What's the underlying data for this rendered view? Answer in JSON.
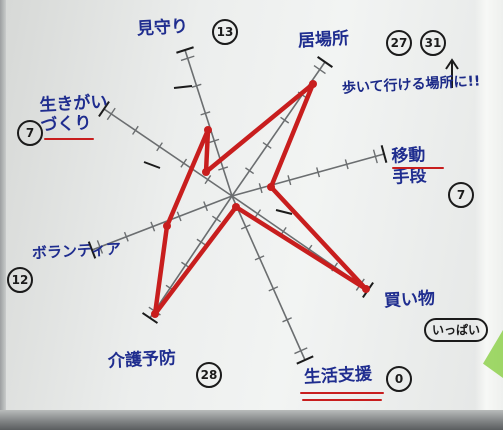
{
  "axes": [
    {
      "key": "mimamori",
      "label": "見守り",
      "value": "13"
    },
    {
      "key": "ibasho",
      "label": "居場所",
      "value": "27",
      "extra_value": "31"
    },
    {
      "key": "idou",
      "label": "移動\n手段",
      "value": "7"
    },
    {
      "key": "kaimono",
      "label": "買い物",
      "value": "いっぱい"
    },
    {
      "key": "seikatsu",
      "label": "生活支援",
      "value": "0"
    },
    {
      "key": "kaigo",
      "label": "介護予防",
      "value": "28"
    },
    {
      "key": "volunteer",
      "label": "ボランティア",
      "value": "12"
    },
    {
      "key": "ikigai",
      "label": "生きがい\nづくり",
      "value": "7"
    }
  ],
  "note": "歩いて行ける場所に!!",
  "colors": {
    "ink_blue": "#1f2d8f",
    "ink_black": "#1b1b1b",
    "marker_red": "#c81e1e",
    "axis_gray": "#6b6e70"
  }
}
